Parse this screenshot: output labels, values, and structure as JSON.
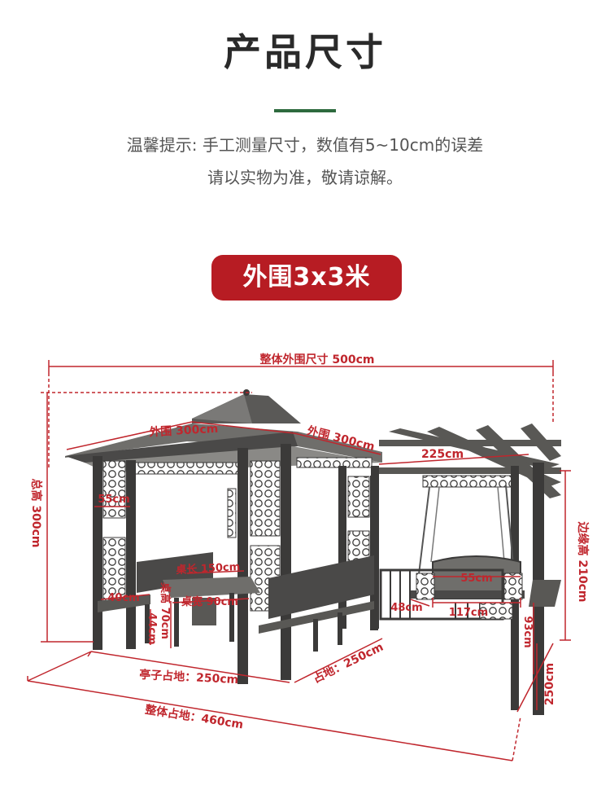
{
  "page": {
    "title": "产品尺寸",
    "tip_line1": "温馨提示: 手工测量尺寸，数值有5~10cm的误差",
    "tip_line2": "请以实物为准，敬请谅解。",
    "badge": "外围3x3米"
  },
  "colors": {
    "accent_red": "#b71c23",
    "dimension_red": "#c0262d",
    "underline_green": "#2d6a3e",
    "frame_dark": "#3b3a39"
  },
  "dimensions": {
    "overall_width": "整体外围尺寸 500cm",
    "total_height": "总高 300cm",
    "pavilion_front": "外围 300cm",
    "pavilion_side": "外围 300cm",
    "pergola_length": "225cm",
    "edge_height": "边缘高 210cm",
    "pillar_width": "55cm",
    "table_length": "桌长 150cm",
    "bench_depth": "40cm",
    "table_height": "桌高 70cm",
    "table_width": "桌宽 90cm",
    "bench_height": "44cm",
    "swing_height": "55cm",
    "swing_depth": "48cm",
    "swing_length": "117cm",
    "side_rail_height": "93cm",
    "pavilion_footprint": "亭子占地：250cm",
    "side_footprint": "占地：250cm",
    "pergola_footprint": "250cm",
    "total_footprint": "整体占地：460cm"
  }
}
